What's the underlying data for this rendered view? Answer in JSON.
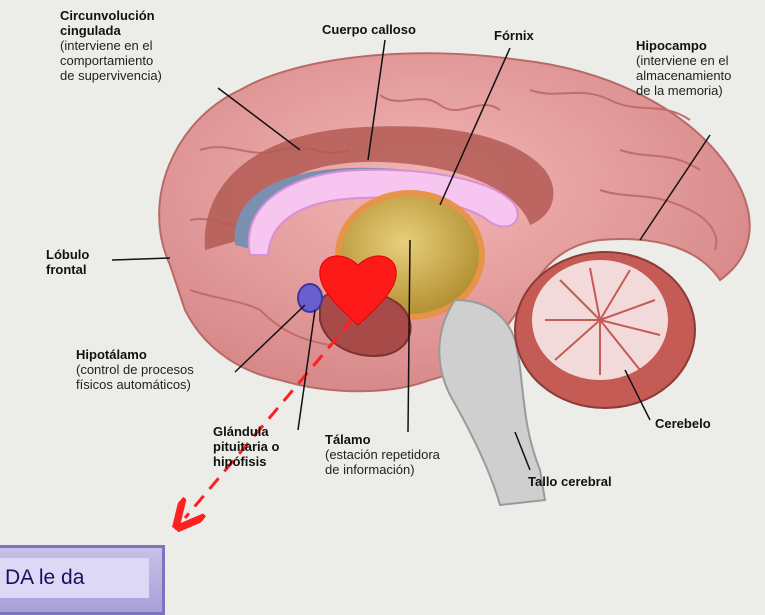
{
  "labels": {
    "cingulada": {
      "title": "Circunvolución cingulada",
      "line1": "Circunvolución",
      "line2": "cingulada",
      "desc1": "(interviene en el",
      "desc2": "comportamiento",
      "desc3": "de supervivencia)"
    },
    "calloso": {
      "title": "Cuerpo calloso"
    },
    "fornix": {
      "title": "Fórnix"
    },
    "hipocampo": {
      "title": "Hipocampo",
      "desc1": "(interviene en el",
      "desc2": "almacenamiento",
      "desc3": "de la memoria)"
    },
    "frontal": {
      "line1": "Lóbulo",
      "line2": "frontal"
    },
    "hipotalamo": {
      "title": "Hipotálamo",
      "desc1": "(control de procesos",
      "desc2": "físicos automáticos)"
    },
    "glandula": {
      "line1": "Glándula",
      "line2": "pituitaria o",
      "line3": "hipófisis"
    },
    "talamo": {
      "title": "Tálamo",
      "desc1": "(estación repetidora",
      "desc2": "de información)"
    },
    "cerebelo": {
      "title": "Cerebelo"
    },
    "tallo": {
      "title": "Tallo cerebral"
    }
  },
  "caption": {
    "text": "DA le da"
  },
  "colors": {
    "cortex": "#e7a3a3",
    "cortex_dark": "#b85f58",
    "callosum": "#f7c6f0",
    "thalamus": "#c9a848",
    "heart": "#ff1a1a",
    "arrow": "#ff2020",
    "brainstem": "#c8c8c8"
  }
}
